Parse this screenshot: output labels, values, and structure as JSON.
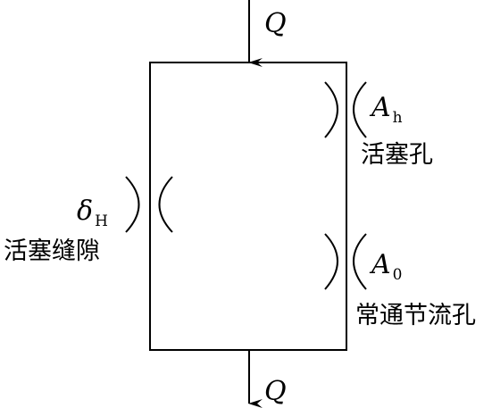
{
  "labels": {
    "flow_in": "Q",
    "flow_out": "Q",
    "piston_hole_symbol": "A",
    "piston_hole_subscript": "h",
    "piston_hole_name": "活塞孔",
    "gap_symbol": "δ",
    "gap_subscript": "H",
    "gap_name": "活塞缝隙",
    "orifice_symbol": "A",
    "orifice_subscript": "0",
    "orifice_name": "常通节流孔"
  },
  "colors": {
    "line": "#000000",
    "background": "#ffffff"
  }
}
